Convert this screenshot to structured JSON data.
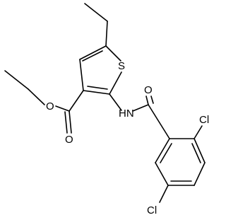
{
  "structure": {
    "atom_labels": {
      "sulfur": "S",
      "carbonyl_oxygen_amide": "O",
      "amide_nitrogen": "HN",
      "chlorine_ortho": "Cl",
      "chlorine_meta": "Cl",
      "ester_ether_oxygen": "O",
      "ester_carbonyl_oxygen": "O"
    },
    "colors": {
      "bond": "#000000",
      "label": "#000000",
      "background": "#ffffff"
    }
  }
}
